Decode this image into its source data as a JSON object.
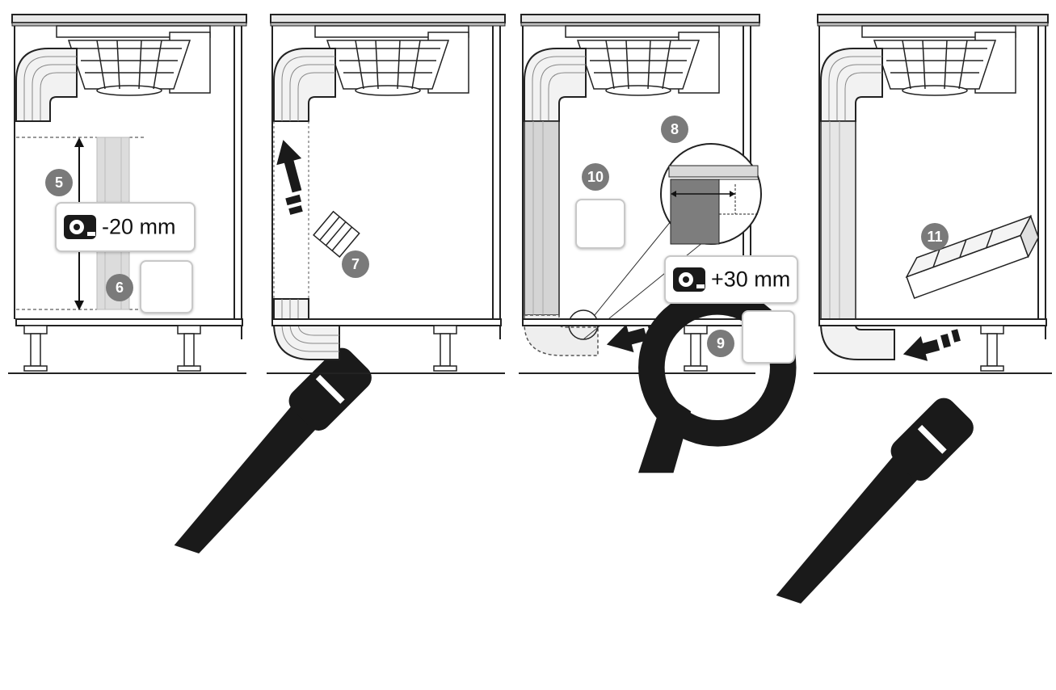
{
  "title": "Hob downdraft extractor duct installation steps",
  "panels": [
    {
      "id": "panel-1",
      "steps": [
        "5",
        "6"
      ],
      "measurement": "-20 mm",
      "tool": "saw-icon"
    },
    {
      "id": "panel-2",
      "steps": [
        "7"
      ],
      "tool": ""
    },
    {
      "id": "panel-3",
      "steps": [
        "8",
        "10",
        "9"
      ],
      "measurement": "+30 mm",
      "tools": [
        "adhesive-tape-icon",
        "saw-icon"
      ]
    },
    {
      "id": "panel-4",
      "steps": [
        "11"
      ],
      "tool": ""
    }
  ],
  "colors": {
    "line": "#222222",
    "duct_fill": "#d9d9d9",
    "badge": "#7a7a7a",
    "arrow": "#1a1a1a"
  }
}
